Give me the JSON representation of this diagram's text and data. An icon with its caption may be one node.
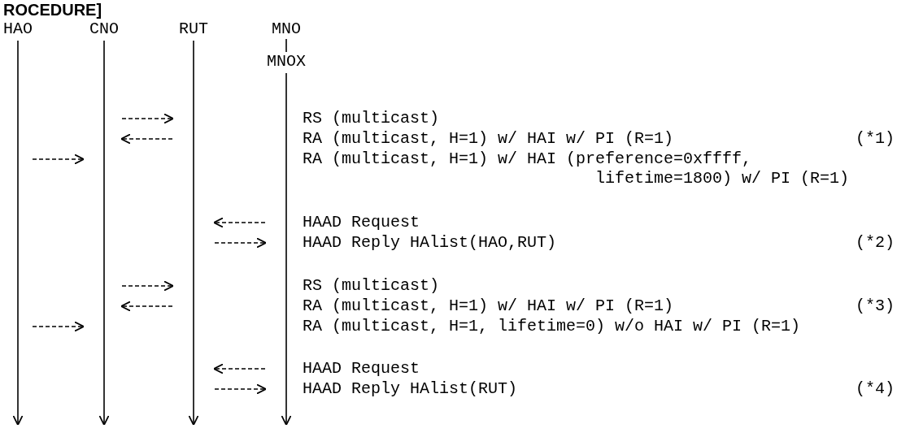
{
  "diagram": {
    "title": "ROCEDURE]",
    "nodes": [
      {
        "text": [
          "HAO"
        ]
      },
      {
        "text": [
          "CNO"
        ]
      },
      {
        "text": [
          "RUT"
        ]
      },
      {
        "text": [
          "MNO"
        ]
      },
      {
        "text": [
          "MNOX"
        ]
      }
    ],
    "edges": [
      {
        "from": 3,
        "to": 4,
        "arrow": "none"
      },
      {
        "from": 0,
        "to": null,
        "arrow": "to"
      },
      {
        "from": 1,
        "to": null,
        "arrow": "to"
      },
      {
        "from": 2,
        "to": null,
        "arrow": "to"
      },
      {
        "from": 4,
        "to": null,
        "arrow": "to"
      }
    ],
    "labels": [
      "RS (multicast)",
      "RA (multicast, H=1) w/ HAI w/ PI (R=1)",
      "(*1)",
      "RA (multicast, H=1) w/ HAI (preference=0xffff, lifetime=1800) w/ PI (R=1)",
      "HAAD Request",
      "HAAD Reply HAlist(HAO,RUT)",
      "(*2)",
      "RS (multicast)",
      "RA (multicast, H=1) w/ HAI w/ PI (R=1)",
      "(*3)",
      "RA (multicast, H=1, lifetime=0) w/o HAI w/ PI (R=1)",
      "HAAD Request",
      "HAAD Reply HAlist(RUT)",
      "(*4)"
    ]
  }
}
